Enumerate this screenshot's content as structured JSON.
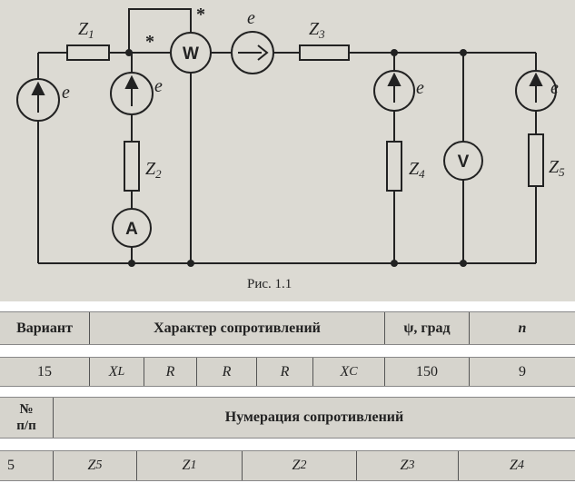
{
  "figure": {
    "caption": "Рис. 1.1",
    "labels": {
      "z1": "Z",
      "z1_sub": "1",
      "z2": "Z",
      "z2_sub": "2",
      "z3": "Z",
      "z3_sub": "3",
      "z4": "Z",
      "z4_sub": "4",
      "z5": "Z",
      "z5_sub": "5",
      "e": "e",
      "wattmeter": "W",
      "voltmeter": "V",
      "ammeter": "A",
      "star": "*"
    }
  },
  "table1": {
    "headers": [
      "Вариант",
      "Характер сопротивлений",
      "ψ, град",
      "n"
    ],
    "row": {
      "variant": "15",
      "chars": [
        "X",
        "R",
        "R",
        "R",
        "X"
      ],
      "char_subs": [
        "L",
        "",
        "",
        "",
        "C"
      ],
      "psi": "150",
      "n": "9"
    }
  },
  "table2": {
    "headers": [
      "№\nп/п",
      "Нумерация сопротивлений"
    ],
    "row": {
      "num": "5",
      "z": [
        "Z",
        "Z",
        "Z",
        "Z",
        "Z"
      ],
      "z_subs": [
        "5",
        "1",
        "2",
        "3",
        "4"
      ]
    }
  }
}
